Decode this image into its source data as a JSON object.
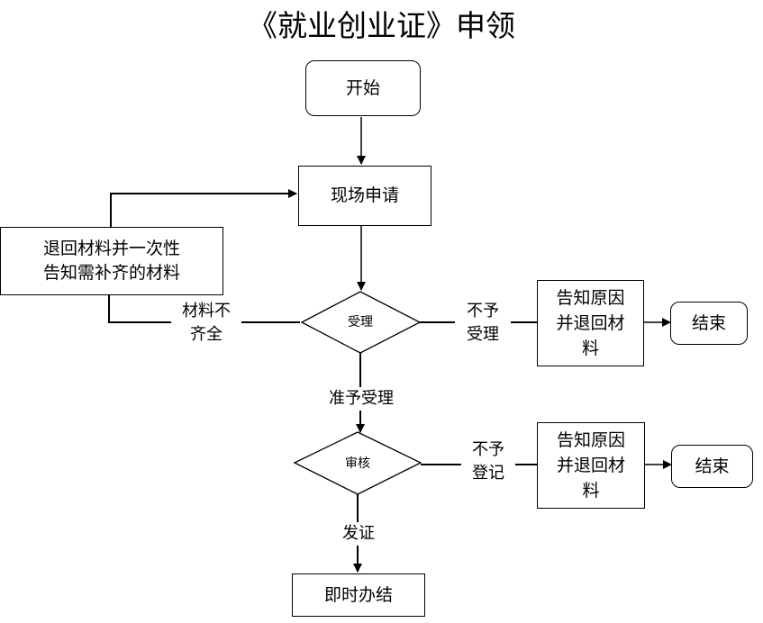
{
  "title": "《就业创业证》申领",
  "nodes": {
    "start": "开始",
    "apply": "现场申请",
    "return_materials": "退回材料并一次性\n告知需补齐的材料",
    "accept_decision": "受理",
    "reject_accept_box": "告知原因\n并退回材\n料",
    "end1": "结束",
    "review_decision": "审核",
    "reject_register_box": "告知原因\n并退回材\n料",
    "end2": "结束",
    "done": "即时办结"
  },
  "edges": {
    "incomplete": "材料不\n齐全",
    "not_accepted": "不予\n受理",
    "accepted": "准予受理",
    "not_registered": "不予\n登记",
    "issue": "发证"
  }
}
